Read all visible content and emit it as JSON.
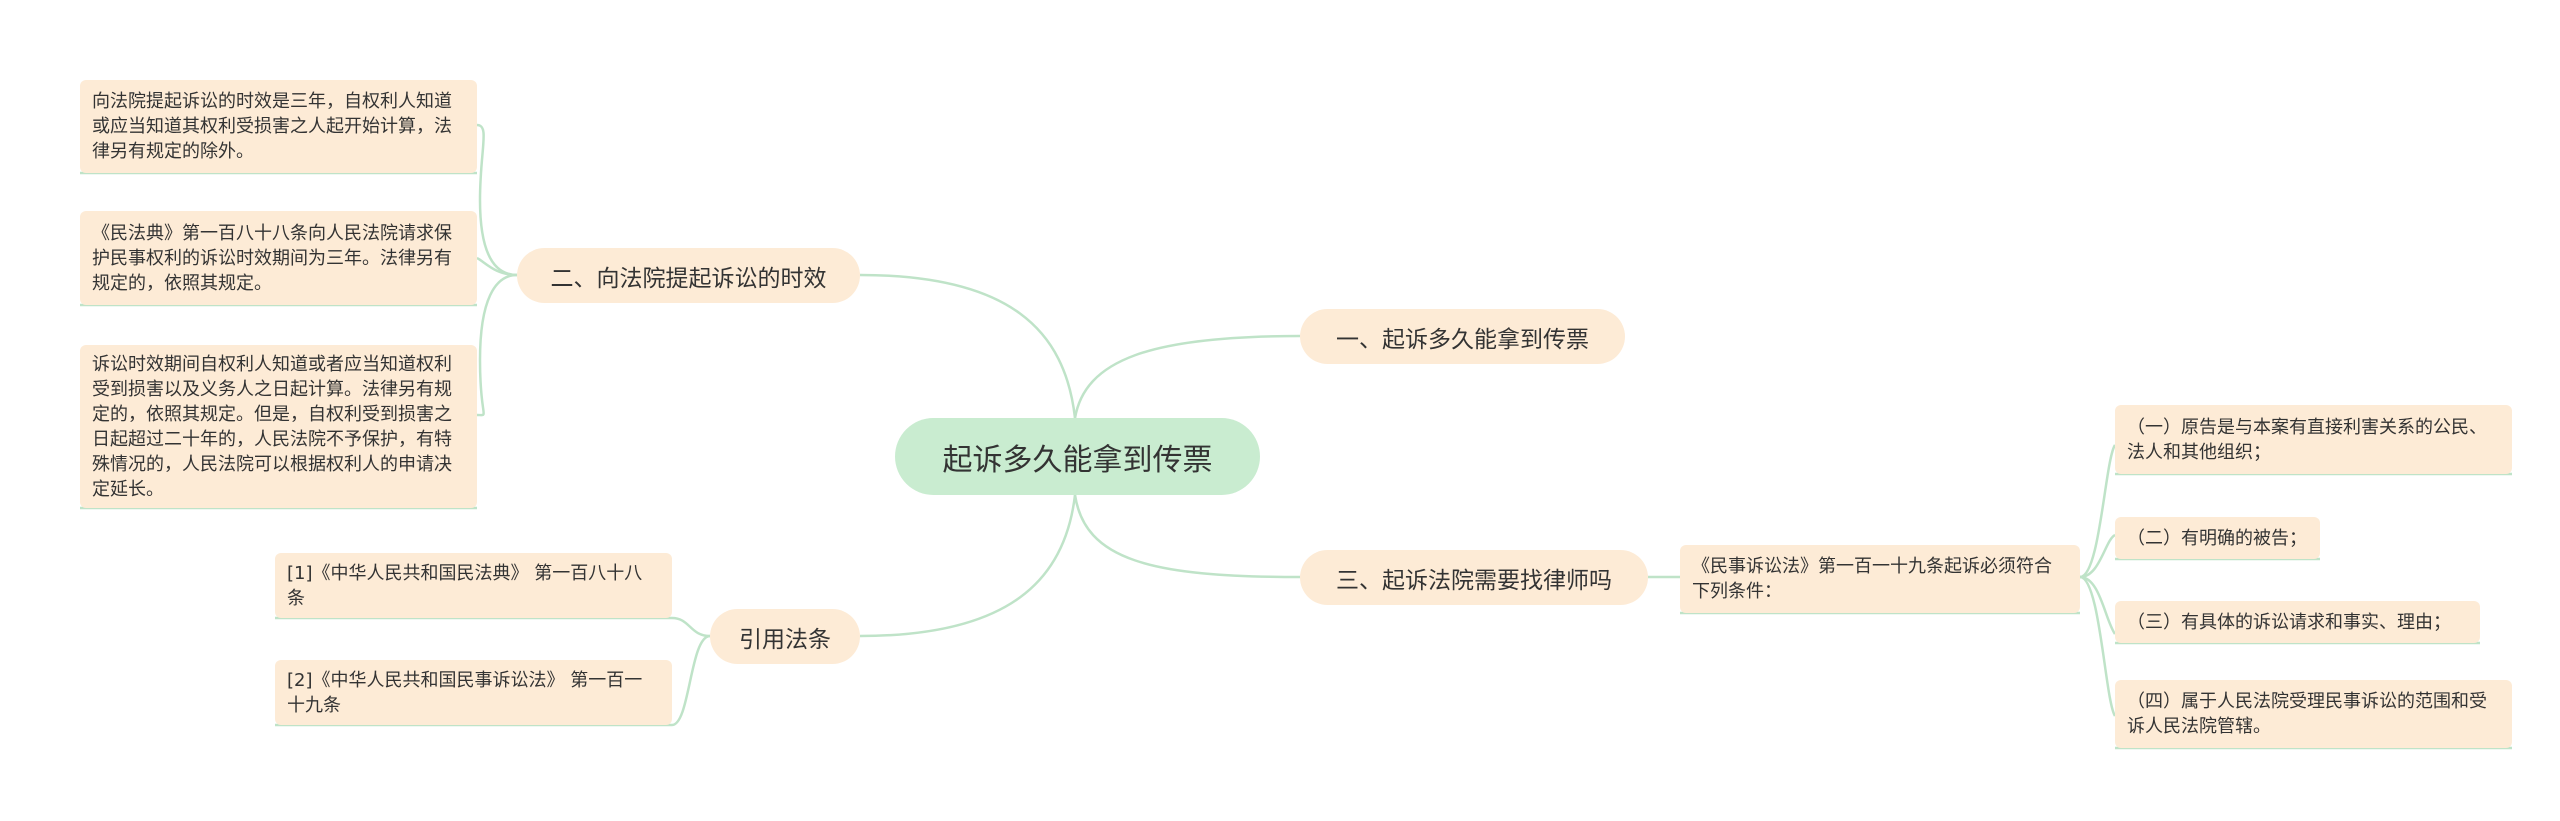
{
  "root": {
    "label": "起诉多久能拿到传票"
  },
  "branches": [
    {
      "label": "一、起诉多久能拿到传票"
    },
    {
      "label": "二、向法院提起诉讼的时效"
    },
    {
      "label": "三、起诉法院需要找律师吗"
    },
    {
      "label": "引用法条"
    }
  ],
  "leaves": {
    "limitation_1": "向法院提起诉讼的时效是三年，自权利人知道或应当知道其权利受损害之人起开始计算，法律另有规定的除外。",
    "limitation_2": "《民法典》第一百八十八条向人民法院请求保护民事权利的诉讼时效期间为三年。法律另有规定的，依照其规定。",
    "limitation_3": "诉讼时效期间自权利人知道或者应当知道权利受到损害以及义务人之日起计算。法律另有规定的，依照其规定。但是，自权利受到损害之日起超过二十年的，人民法院不予保护，有特殊情况的，人民法院可以根据权利人的申请决定延长。",
    "citation_1": "[1]《中华人民共和国民法典》 第一百八十八条",
    "citation_2": "[2]《中华人民共和国民事诉讼法》 第一百一十九条",
    "lawyer_article": "《民事诉讼法》第一百一十九条起诉必须符合下列条件：",
    "condition_1": "（一）原告是与本案有直接利害关系的公民、法人和其他组织；",
    "condition_2": "（二）有明确的被告；",
    "condition_3": "（三）有具体的诉讼请求和事实、理由；",
    "condition_4": "（四）属于人民法院受理民事诉讼的范围和受诉人民法院管辖。"
  },
  "colors": {
    "root_fill": "#c9ecd0",
    "node_fill": "#fdebd6",
    "link": "#bfe3c8",
    "text": "#333333"
  }
}
